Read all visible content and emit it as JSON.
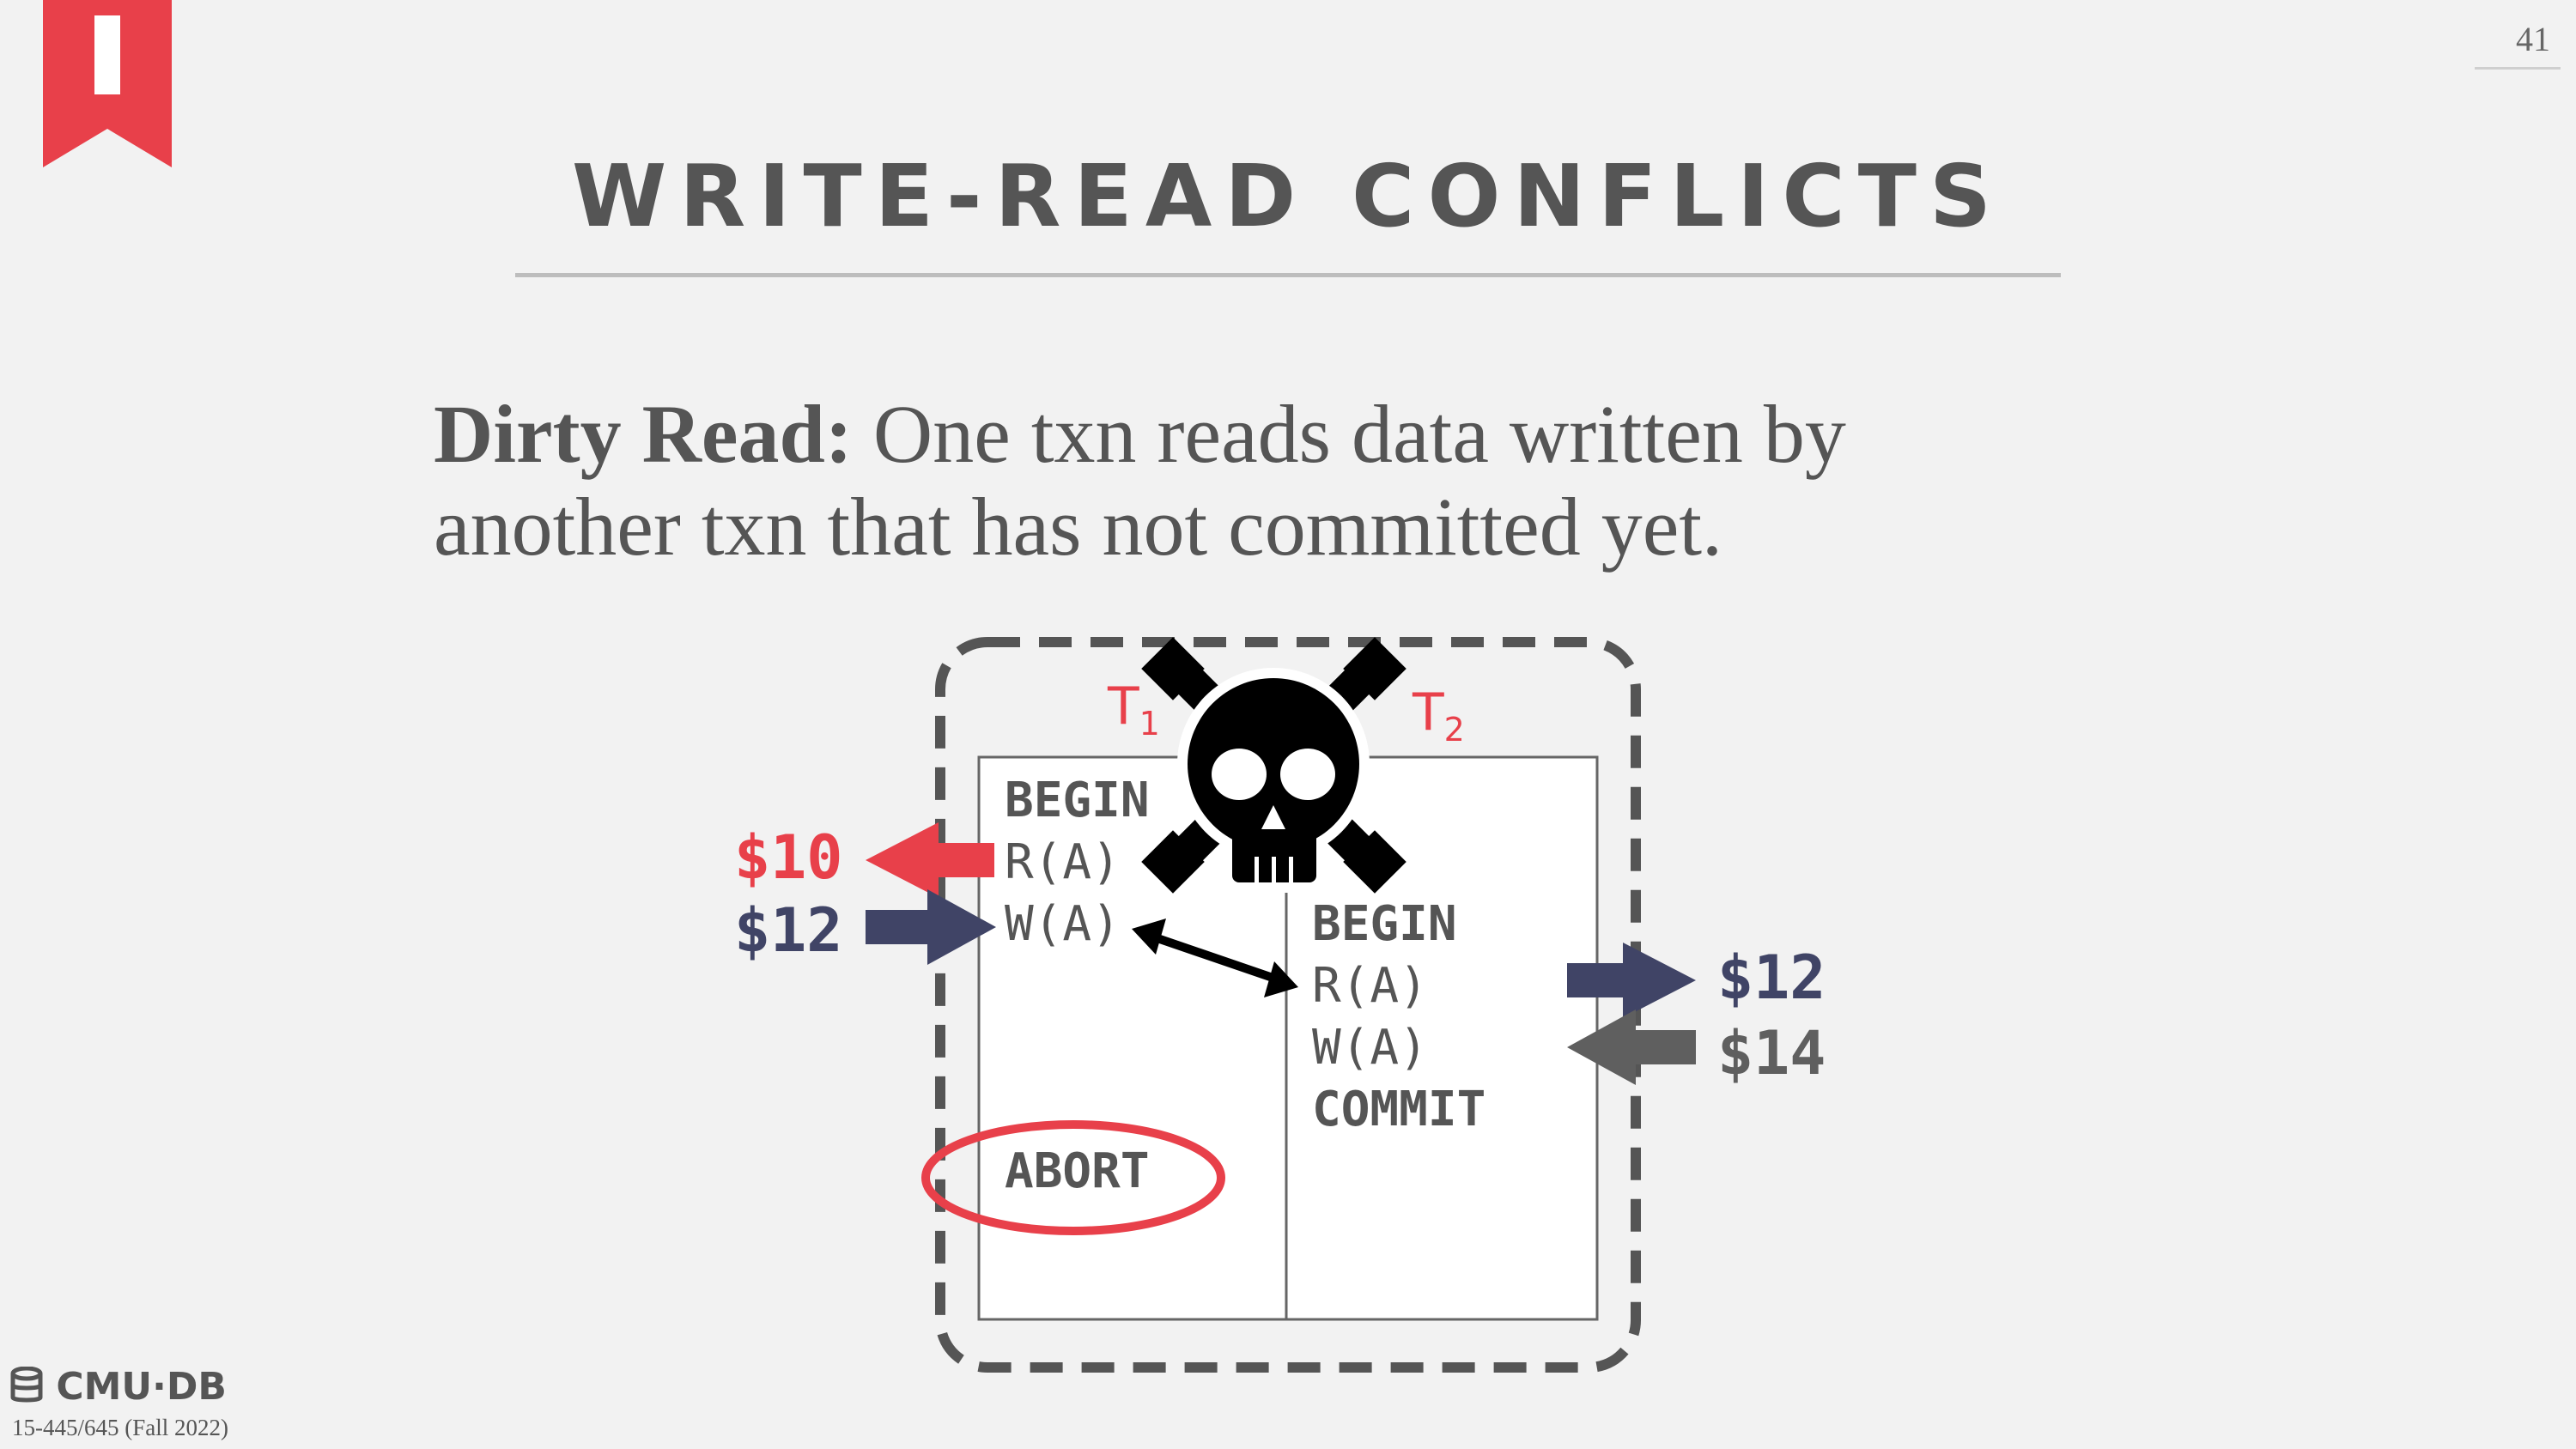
{
  "slide": {
    "page_number": "41",
    "title": "WRITE-READ CONFLICTS"
  },
  "definition": {
    "term": "Dirty Read:",
    "line1": " One txn reads data written by",
    "line2": "another txn that has not committed yet."
  },
  "schedule": {
    "t1_label": "T",
    "t1_sub": "1",
    "t2_label": "T",
    "t2_sub": "2",
    "t1_ops": [
      "BEGIN",
      "R(A)",
      "W(A)",
      "ABORT"
    ],
    "t2_ops": [
      "BEGIN",
      "R(A)",
      "W(A)",
      "COMMIT"
    ]
  },
  "values": {
    "left_read": "$10",
    "left_write": "$12",
    "right_read": "$12",
    "right_write": "$14"
  },
  "colors": {
    "red": "#e8404a",
    "navy": "#404466",
    "gray": "#5f5f5f",
    "text": "#555555"
  },
  "icons": [
    "bookmark-icon",
    "skull-crossbones-icon",
    "database-icon"
  ],
  "footer": {
    "logo": "CMU·DB",
    "course": "15-445/645 (Fall 2022)"
  }
}
